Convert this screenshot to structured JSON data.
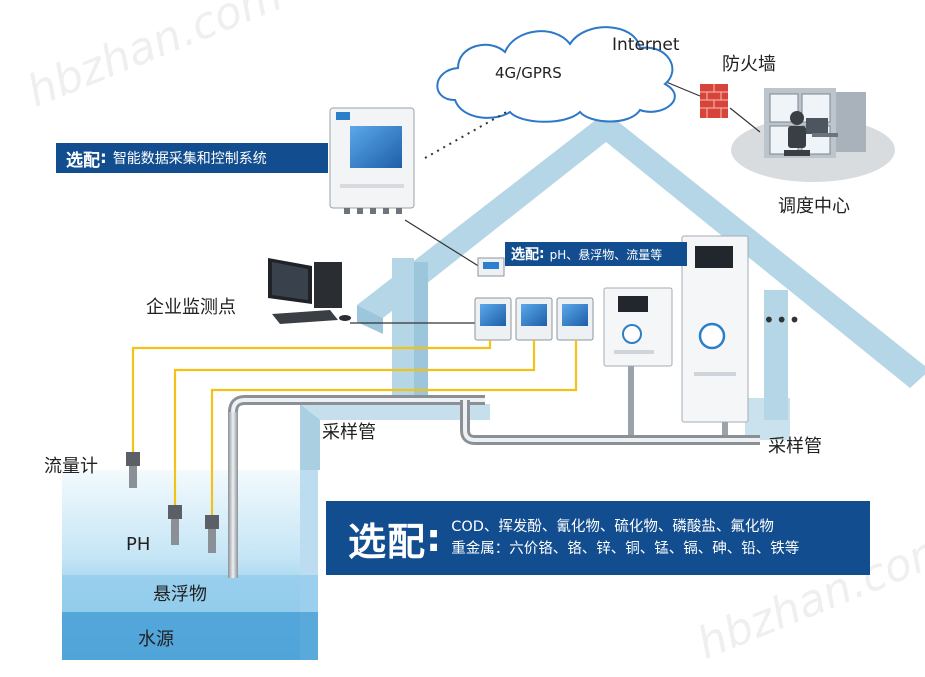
{
  "watermark": "hbzhan.com",
  "labels": {
    "internet": "Internet",
    "gprs": "4G/GPRS",
    "firewall": "防火墙",
    "dispatch_center": "调度中心",
    "enterprise_site": "企业监测点",
    "sampling_pipe_1": "采样管",
    "sampling_pipe_2": "采样管",
    "flow_meter": "流量计",
    "ph": "PH",
    "suspended_solids": "悬浮物",
    "water_source": "水源",
    "ellipsis": "•••"
  },
  "badges": {
    "system": {
      "key": "选配",
      "colon": ":",
      "text": "智能数据采集和控制系统"
    },
    "sensors": {
      "key": "选配",
      "colon": ":",
      "text": "pH、悬浮物、流量等"
    },
    "analyzers": {
      "key": "选配",
      "colon": ":",
      "line1": "COD、挥发酚、氰化物、硫化物、磷酸盐、氟化物",
      "line2": "重金属：六价铬、铬、锌、铜、锰、镉、砷、铅、铁等"
    }
  },
  "colors": {
    "badge_bg": "#124d8f",
    "house": "#b5d6e6",
    "yellow_wire": "#f2c21b",
    "water_top": "#e9f6fc",
    "water_bottom": "#5aaede",
    "screen": "#2f7fcf",
    "firewall_red": "#d9443a"
  }
}
